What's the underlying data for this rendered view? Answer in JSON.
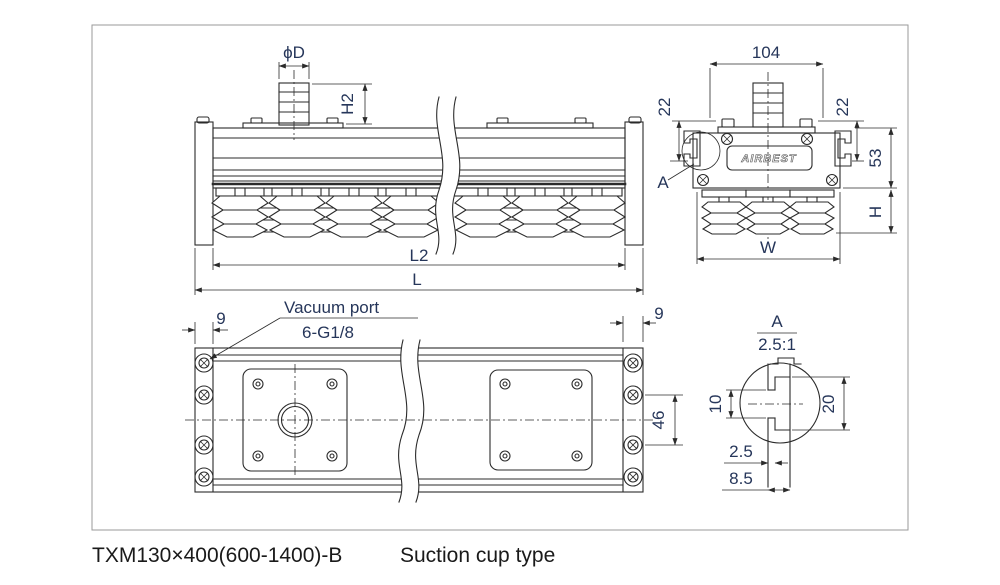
{
  "colors": {
    "line": "#2b2b2b",
    "dim_text": "#26365a",
    "text": "#1a1a1a"
  },
  "caption": {
    "model": "TXM130×400(600-1400)-B",
    "type": "Suction cup type"
  },
  "side_view": {
    "dim_phi_d": "ϕD",
    "dim_h2": "H2",
    "dim_l2": "L2",
    "dim_l": "L"
  },
  "end_view": {
    "dim_104": "104",
    "dim_22_left": "22",
    "dim_22_right": "22",
    "dim_53": "53",
    "dim_h": "H",
    "dim_w": "W",
    "detail_label": "A",
    "logo": "AIRBEST"
  },
  "top_view": {
    "dim_9_left": "9",
    "dim_9_right": "9",
    "dim_46": "46",
    "callout_line1": "Vacuum port",
    "callout_line2": "6-G1/8"
  },
  "detail_a": {
    "label": "A",
    "scale": "2.5:1",
    "dim_10": "10",
    "dim_20": "20",
    "dim_2_5": "2.5",
    "dim_8_5": "8.5"
  }
}
